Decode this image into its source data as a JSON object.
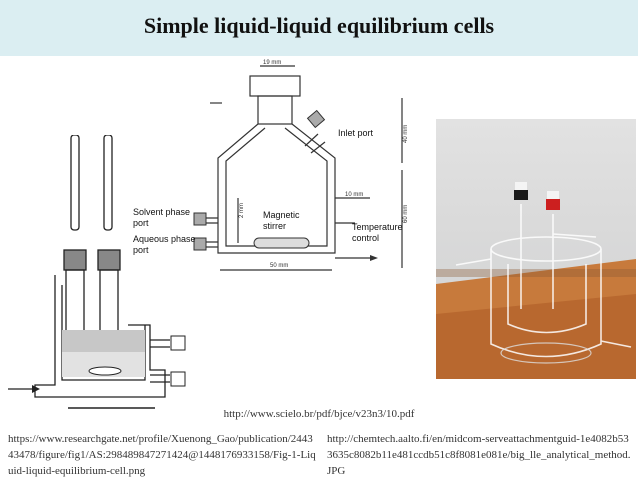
{
  "slide": {
    "title": "Simple liquid-liquid equilibrium cells"
  },
  "schematic": {
    "dim_top": "19 mm",
    "dim_right_upper": "40 mm",
    "dim_right_lower": "60 mm",
    "dim_inner": "10 mm",
    "dim_small": "2 mm",
    "dim_bottom": "50 mm",
    "labels": {
      "inlet_port": "Inlet port",
      "solvent_phase_1": "Solvent phase",
      "solvent_phase_2": "port",
      "aqueous_phase_1": "Aqueous phase",
      "aqueous_phase_2": "port",
      "magnetic_1": "Magnetic",
      "magnetic_2": "stirrer",
      "temperature_1": "Temperature",
      "temperature_2": "control"
    }
  },
  "captions": {
    "center": "http://www.scielo.br/pdf/bjce/v23n3/10.pdf",
    "left": "https://www.researchgate.net/profile/Xuenong_Gao/publication/244343478/figure/fig1/AS:298489847271424@1448176933158/Fig-1-Liquid-liquid-equilibrium-cell.png",
    "right": "http://chemtech.aalto.fi/en/midcom-serveattachmentguid-1e4082b533635c8082b11e481ccdb51c8f8081e081e/big_lle_analytical_method.JPG"
  },
  "colors": {
    "title_band": "#dbeef2",
    "photo_background": "#c77a3c"
  }
}
